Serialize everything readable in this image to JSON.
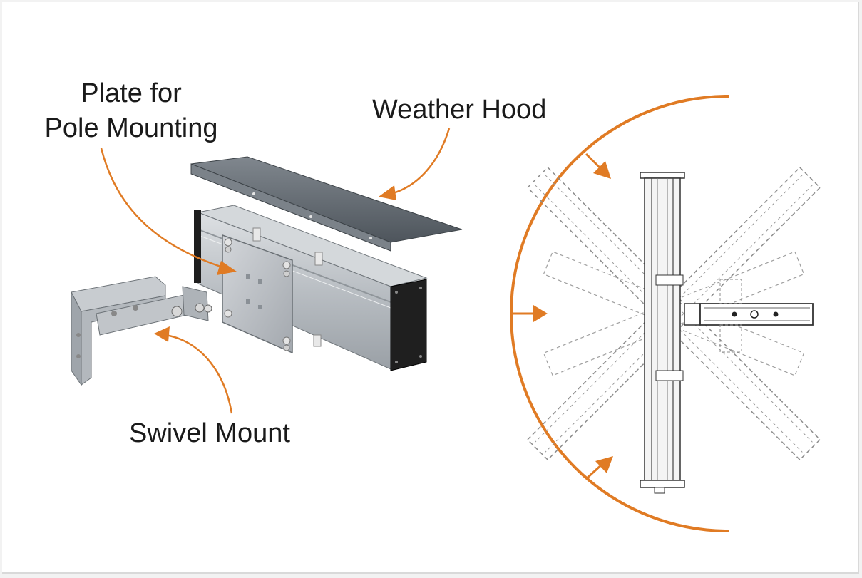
{
  "labels": {
    "plate_line1": "Plate for",
    "plate_line2": "Pole Mounting",
    "weather_hood": "Weather Hood",
    "swivel_mount": "Swivel Mount"
  },
  "colors": {
    "accent": "#e07b24",
    "metal_light": "#c9cdd2",
    "metal_mid": "#a9aeb4",
    "metal_dark": "#5f666d",
    "end_cap": "#222222",
    "outline": "#707070"
  },
  "icons": [
    "arrow-plate-icon",
    "arrow-hood-icon",
    "arrow-swivel-icon",
    "rotation-arc-icon"
  ]
}
